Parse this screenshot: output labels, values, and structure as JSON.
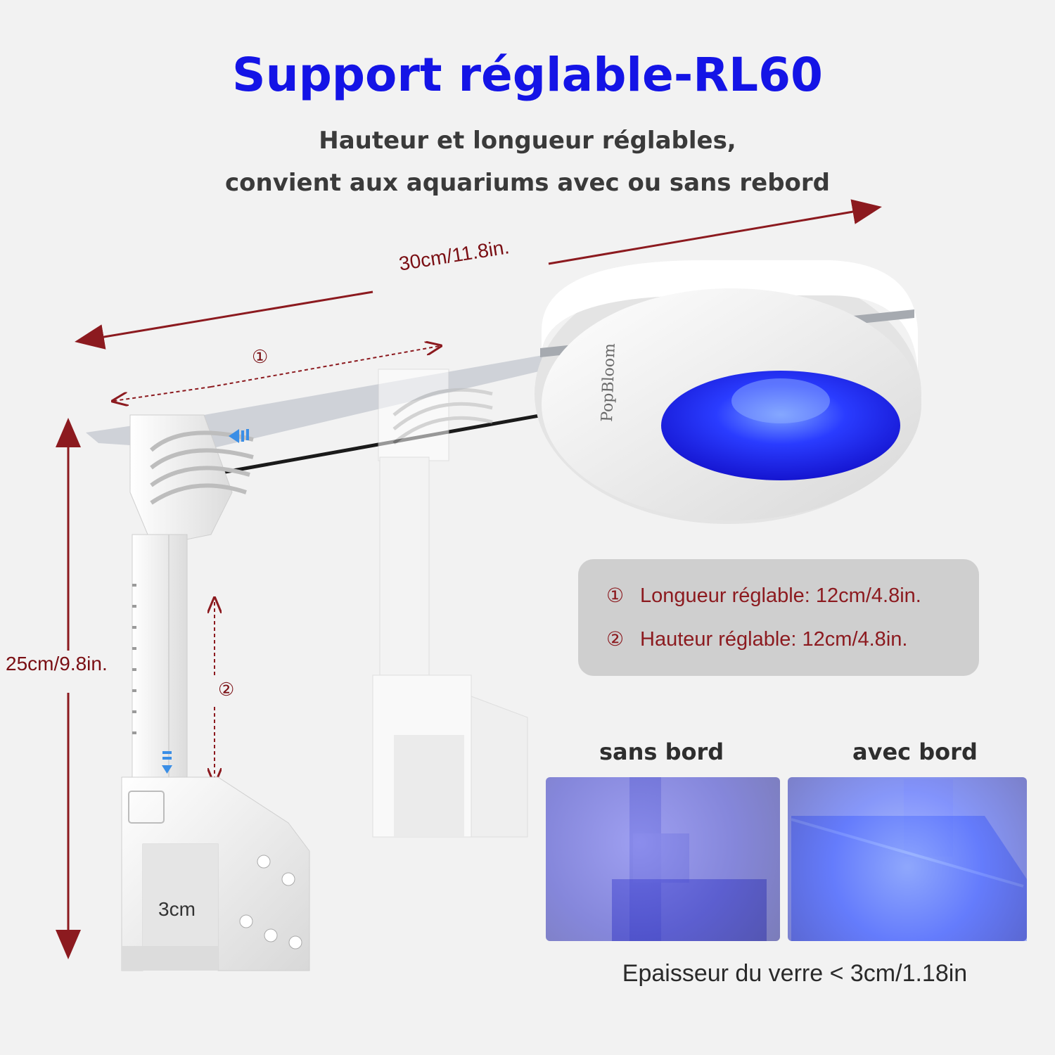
{
  "header": {
    "title": "Support réglable-RL60",
    "subtitle_line1": "Hauteur et longueur réglables,",
    "subtitle_line2": "convient aux aquariums avec ou sans rebord"
  },
  "dimensions": {
    "length_total": "30cm/11.8in.",
    "height_total": "25cm/9.8in.",
    "length_adjust_marker": "①",
    "height_adjust_marker": "②",
    "clamp_width": "3cm"
  },
  "brand": {
    "logo_text": "PopBloom"
  },
  "info_box": {
    "items": [
      {
        "marker": "①",
        "text": "Longueur réglable: 12cm/4.8in."
      },
      {
        "marker": "②",
        "text": "Hauteur réglable: 12cm/4.8in."
      }
    ]
  },
  "photos": {
    "left_label": "sans bord",
    "right_label": "avec bord",
    "glass_note": "Epaisseur du verre < 3cm/1.18in"
  },
  "colors": {
    "title": "#1414e6",
    "dimension_line": "#8c1a1f",
    "light_glow": "#2b2bff",
    "background": "#f2f2f2"
  }
}
